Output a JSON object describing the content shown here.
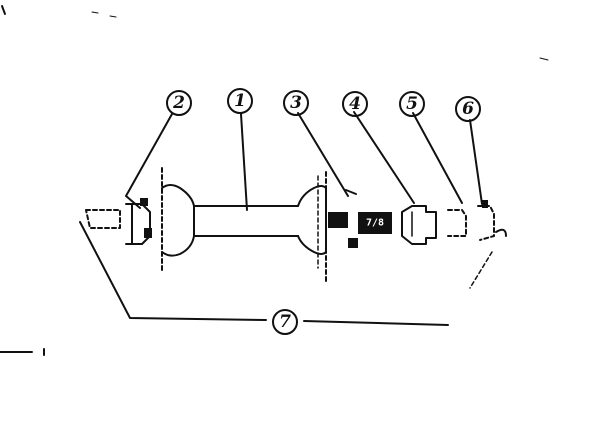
{
  "diagram": {
    "callouts": [
      {
        "id": "2",
        "label": "2"
      },
      {
        "id": "1",
        "label": "1"
      },
      {
        "id": "3",
        "label": "3"
      },
      {
        "id": "4",
        "label": "4"
      },
      {
        "id": "5",
        "label": "5"
      },
      {
        "id": "6",
        "label": "6"
      },
      {
        "id": "7",
        "label": "7"
      }
    ],
    "part_marking": "7/8"
  }
}
